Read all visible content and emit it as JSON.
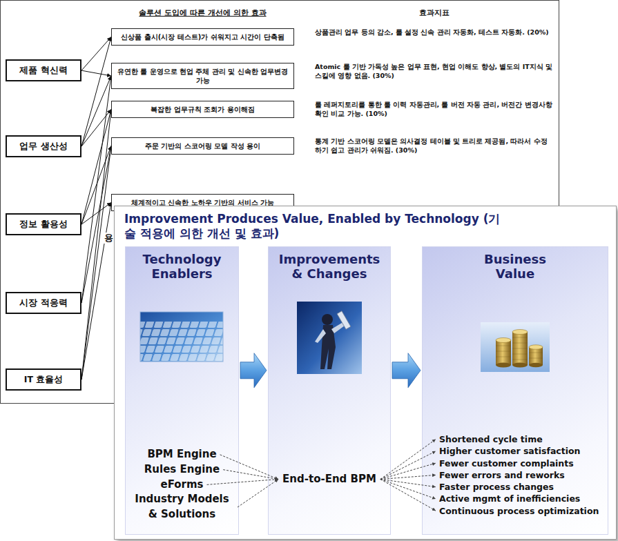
{
  "diagram": {
    "nodes": [
      {
        "text": [
          "솔루션 도입에 따른 개선에 의한 효과",
          "효과지표"
        ]
      },
      {
        "text": [
          "제품 혁신력"
        ],
        "in": 0
      },
      {
        "text": [
          "업무 생산성"
        ],
        "in": 0
      },
      {
        "text": [
          "정보 활용성"
        ],
        "in": 0
      },
      {
        "text": [
          "시장 적응력"
        ],
        "in": 0
      },
      {
        "text": [
          "IT 효율성"
        ],
        "in": 0
      },
      {
        "text": [
          "신상품 출시(시장 테스트)가 쉬워지고 시간이 단축됨"
        ],
        "in": 0
      },
      {
        "text": [
          "유연한 룰 운영으로 현업 주체 관리 및 신속한 업무변경 가능"
        ],
        "in": 0
      },
      {
        "text": [
          "복잡한 업무규칙 조회가 용이해짐"
        ],
        "in": 0
      },
      {
        "text": [
          "주문 기반의 스코어링 모델 작성 용이"
        ],
        "in": 0
      },
      {
        "text": [
          "체계적이고 신속한 노하우 기반의 서비스 가능"
        ],
        "in": 0
      },
      {
        "text": [
          "Improvement Produces Value, Enabled by Technology (기술 적용에 의한 개선 및 효과)"
        ]
      },
      {
        "text": [
          "Technology Enablers",
          "BPM Engine",
          "Rules Engine",
          "eForms",
          "Industry Models & Solutions"
        ],
        "in": 11
      },
      {
        "text": [
          "Improvements & Changes",
          "End-to-End BPM"
        ],
        "in": 11
      },
      {
        "text": [
          "Business Value",
          "Shortened cycle time",
          "Higher customer satisfaction",
          "Fewer customer complaints",
          "Fewer errors and reworks",
          "Faster process changes",
          "Active mgmt of inefficiencies",
          "Continuous process optimization"
        ],
        "in": 11
      }
    ],
    "edges": [
      {
        "from": 1,
        "to": 6,
        "arrow": "to"
      },
      {
        "from": 1,
        "to": 7,
        "arrow": "to"
      },
      {
        "from": 2,
        "to": 6,
        "arrow": "to"
      },
      {
        "from": 2,
        "to": 7,
        "arrow": "to"
      },
      {
        "from": 2,
        "to": 8,
        "arrow": "to"
      },
      {
        "from": 3,
        "to": 8,
        "arrow": "to"
      },
      {
        "from": 3,
        "to": 9,
        "arrow": "to"
      },
      {
        "from": 3,
        "to": 10,
        "arrow": "to"
      },
      {
        "from": 4,
        "to": 7,
        "arrow": "to"
      },
      {
        "from": 4,
        "to": 9,
        "arrow": "to"
      },
      {
        "from": 5,
        "to": 8,
        "arrow": "to"
      },
      {
        "from": 5,
        "to": 9,
        "arrow": "to"
      },
      {
        "from": 5,
        "to": 10,
        "arrow": "to"
      },
      {
        "from": 12,
        "to": 13,
        "arrow": "to"
      },
      {
        "from": 13,
        "to": 14,
        "arrow": "to"
      }
    ],
    "labels": [
      "상품관리 업무 등의 감소, 룰 설정 신속 관리 자동화, 테스트 자동화. (20%)",
      "Atomic 룰 기반 가독성 높은 업무 표현, 현업 이해도 향상, 별도의 IT지식 및 스킬에 영향 없음. (30%)",
      "룰 레퍼지토리를 통한 룰 이력 자동관리, 룰 버전 자동 관리, 버전간 변경사항 확인 비교 가능. (10%)",
      "통계 기반 스코어링 모델은 의사결정 테이블 및 트리로 제공됨, 따라서 수정하기 쉽고 관리가 쉬워짐. (30%)",
      "용"
    ]
  }
}
